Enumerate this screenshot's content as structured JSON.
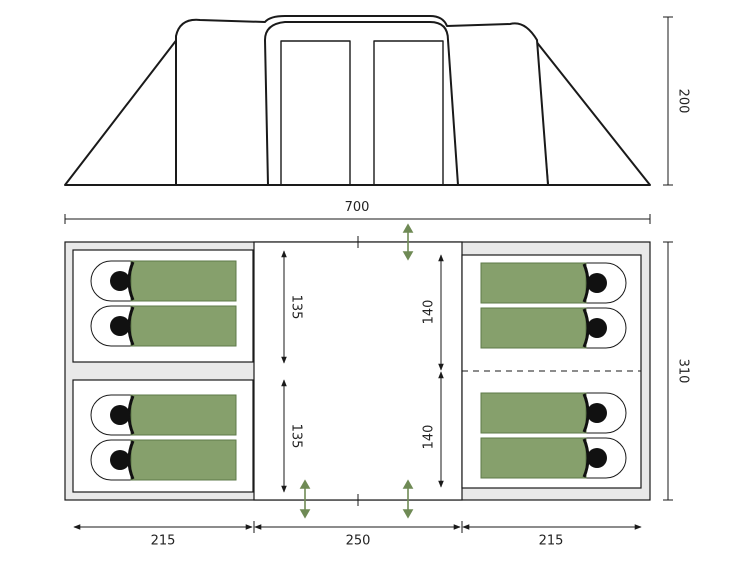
{
  "dimensions": {
    "height": "200",
    "total_length": "700",
    "width": "310",
    "left_bedroom_length": "215",
    "living_length": "250",
    "right_bedroom_length": "215",
    "left_bay_depth_top": "135",
    "left_bay_depth_bottom": "135",
    "right_bay_depth_top": "140",
    "right_bay_depth_bottom": "140"
  },
  "colors": {
    "outline": "#1a1a1a",
    "tent_fill": "#ffffff",
    "floor_grey": "#e9e9e9",
    "sleeping_bag": "#86a06c",
    "sleeping_bag_border": "#5e7a48",
    "door_arrow": "#6f8a55",
    "pillow": "#ffffff"
  },
  "icons": {
    "sleeping_bag": "sleeping-bag-icon",
    "door": "door-arrow-icon"
  }
}
